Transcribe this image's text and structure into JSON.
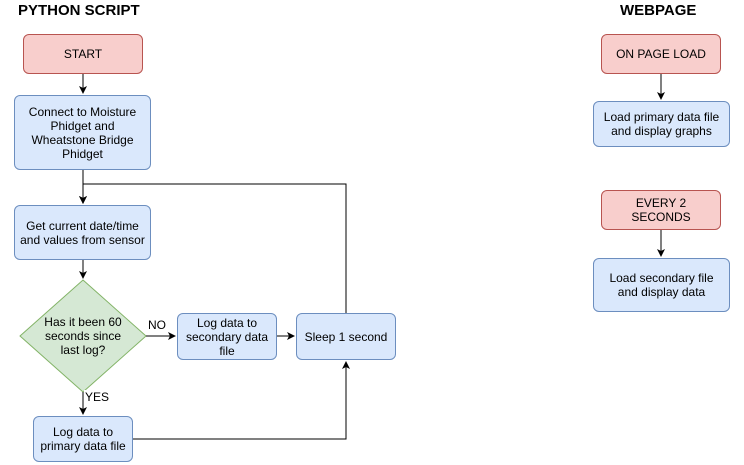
{
  "python": {
    "title": "PYTHON SCRIPT",
    "start": "START",
    "connect": "Connect to Moisture Phidget and Wheatstone Bridge Phidget",
    "get_values": "Get current date/time and values from sensor",
    "decision": "Has it been 60 seconds since last log?",
    "label_no": "NO",
    "label_yes": "YES",
    "log_secondary": "Log data to secondary data file",
    "sleep": "Sleep 1 second",
    "log_primary": "Log data to primary data file"
  },
  "webpage": {
    "title": "WEBPAGE",
    "on_page_load": "ON PAGE LOAD",
    "load_primary": "Load primary data file and display graphs",
    "every_2_seconds": "EVERY 2 SECONDS",
    "load_secondary": "Load secondary file and display data"
  },
  "colors": {
    "terminal_fill": "#f8cecc",
    "terminal_stroke": "#b85450",
    "process_fill": "#dae8fc",
    "process_stroke": "#6c8ebf",
    "decision_fill": "#d5e8d4",
    "decision_stroke": "#82b366",
    "edge": "#000000"
  }
}
